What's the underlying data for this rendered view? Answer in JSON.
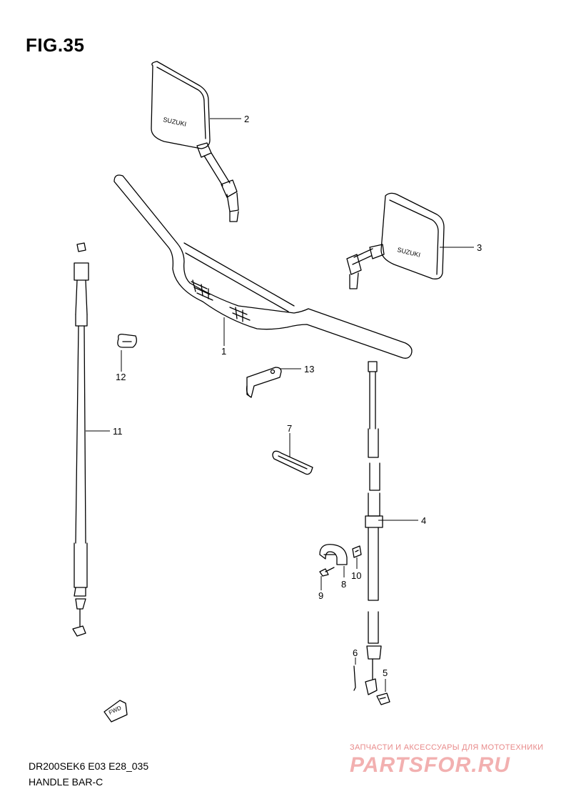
{
  "figure": {
    "title": "FIG.35"
  },
  "callouts": {
    "p1": "1",
    "p2": "2",
    "p3": "3",
    "p4": "4",
    "p5": "5",
    "p6": "6",
    "p7": "7",
    "p8": "8",
    "p9": "9",
    "p10": "10",
    "p11": "11",
    "p12": "12",
    "p13": "13"
  },
  "mirror_label": "SUZUKI",
  "fwd_label": "FWD",
  "footer": {
    "model_code": "DR200SEK6 E03 E28_035",
    "part_name": "HANDLE BAR-C"
  },
  "watermark": {
    "text": "ЗАПЧАСТИ И АКСЕССУАРЫ ДЛЯ МОТОТЕХНИКИ",
    "logo": "PARTSFOR.RU"
  },
  "colors": {
    "line": "#000000",
    "watermark": "#e88a8a"
  }
}
